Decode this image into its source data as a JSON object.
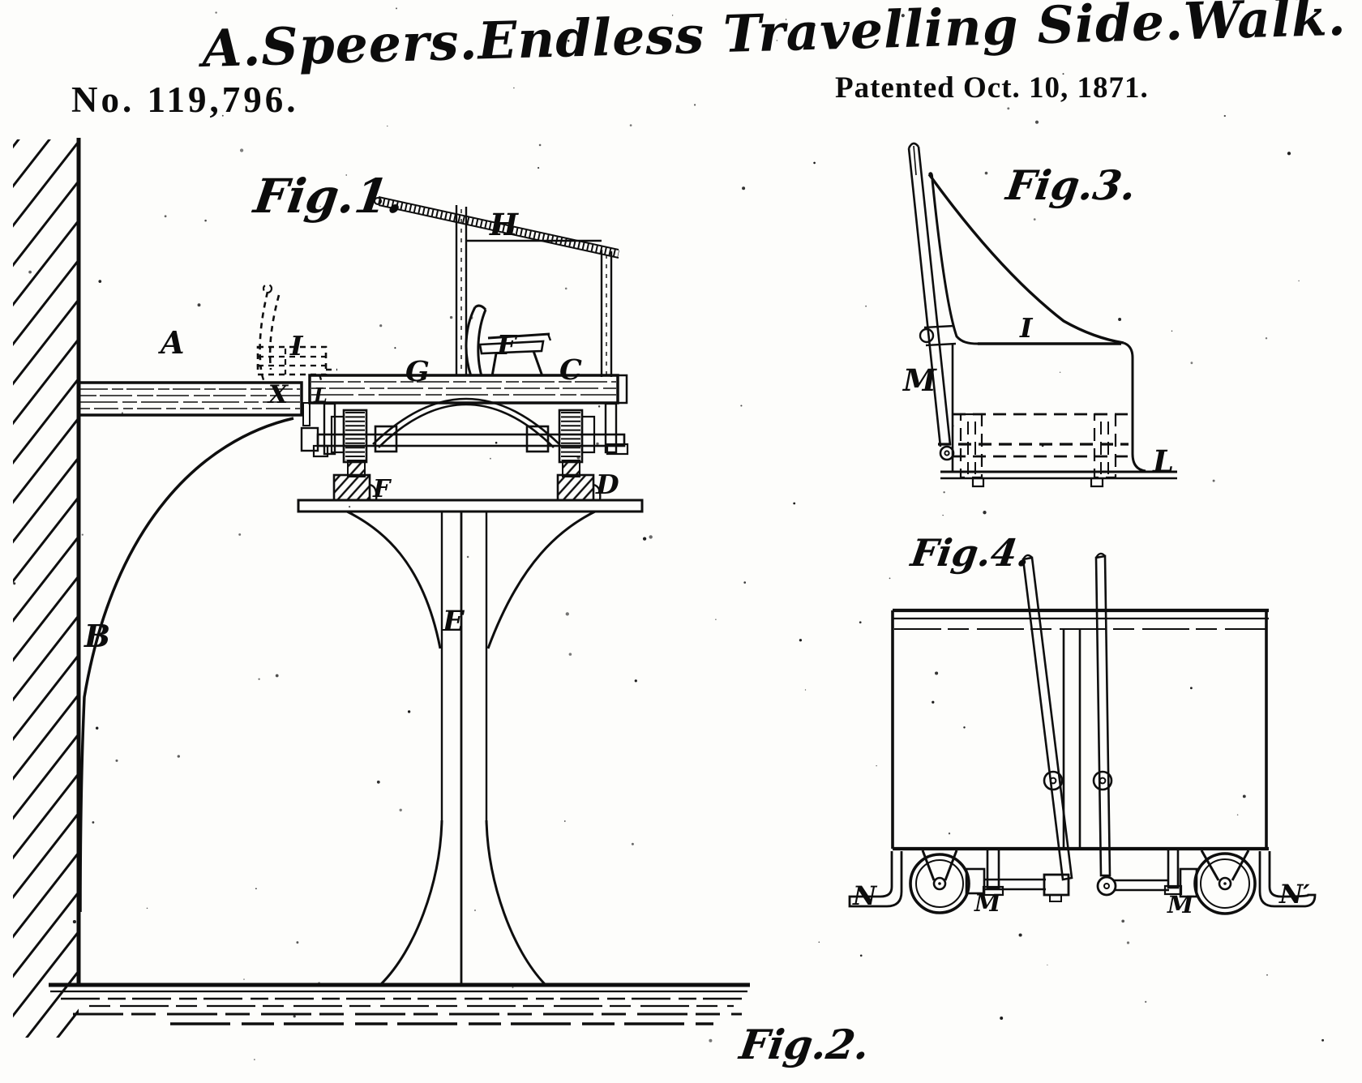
{
  "header": {
    "title": "A.Speers.Endless Travelling Side.Walk.",
    "patent_number": "No. 119,796.",
    "patent_date": "Patented Oct. 10, 1871."
  },
  "figures": {
    "fig1": {
      "label": "Fig.1.",
      "parts": {
        "A": "A",
        "H": "H",
        "I": "I",
        "F_seat": "F",
        "G": "G",
        "C": "C",
        "X": "X",
        "L": "L",
        "F_block": "F",
        "D": "D"
      }
    },
    "fig2": {
      "label": "Fig.2.",
      "parts": {
        "B": "B",
        "E": "E"
      }
    },
    "fig3": {
      "label": "Fig.3.",
      "parts": {
        "I": "I",
        "M": "M",
        "L": "L"
      }
    },
    "fig4": {
      "label": "Fig.4.",
      "parts": {
        "N_left": "N",
        "M_left": "M",
        "M_right": "M",
        "N_right": "N′"
      }
    }
  },
  "ink_color": "#0e0e0e",
  "paper_color": "#fdfdfb"
}
